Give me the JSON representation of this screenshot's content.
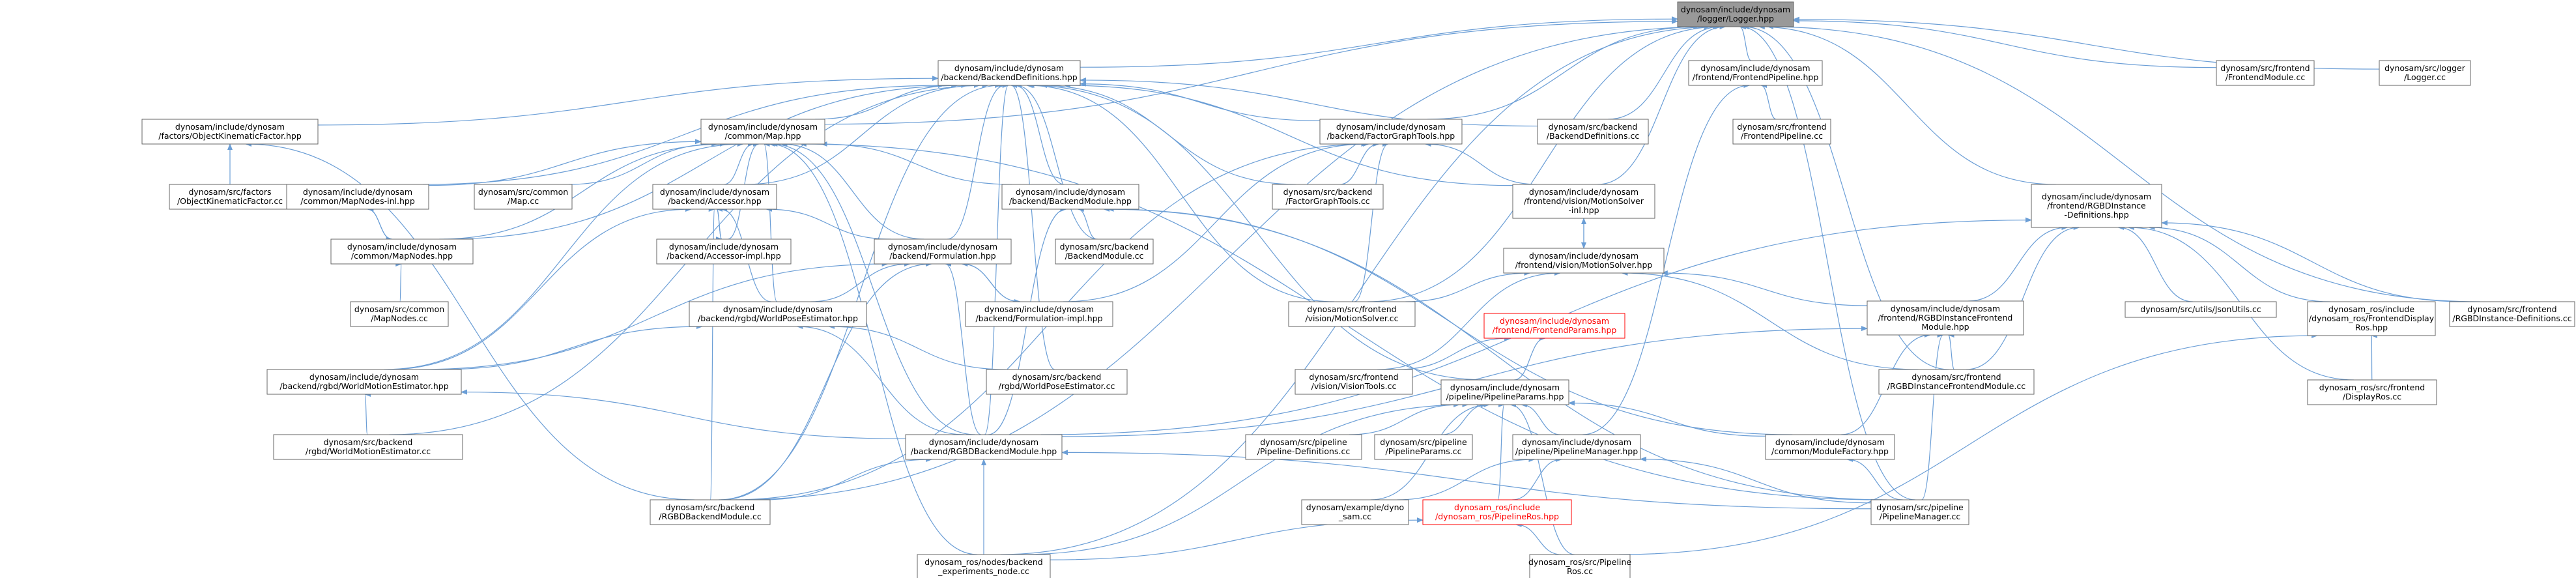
{
  "nodes": [
    {
      "id": "logger_hpp",
      "lines": [
        "dynosam/include/dynosam",
        "/logger/Logger.hpp"
      ],
      "style": "focus"
    },
    {
      "id": "backend_defs_hpp",
      "lines": [
        "dynosam/include/dynosam",
        "/backend/BackendDefinitions.hpp"
      ]
    },
    {
      "id": "frontend_pipeline_hpp",
      "lines": [
        "dynosam/include/dynosam",
        "/frontend/FrontendPipeline.hpp"
      ]
    },
    {
      "id": "frontend_module_cc",
      "lines": [
        "dynosam/src/frontend",
        "/FrontendModule.cc"
      ]
    },
    {
      "id": "logger_cc",
      "lines": [
        "dynosam/src/logger",
        "/Logger.cc"
      ]
    },
    {
      "id": "objkin_factor_hpp",
      "lines": [
        "dynosam/include/dynosam",
        "/factors/ObjectKinematicFactor.hpp"
      ]
    },
    {
      "id": "map_hpp",
      "lines": [
        "dynosam/include/dynosam",
        "/common/Map.hpp"
      ]
    },
    {
      "id": "factorgraphtools_hpp",
      "lines": [
        "dynosam/include/dynosam",
        "/backend/FactorGraphTools.hpp"
      ]
    },
    {
      "id": "backend_defs_cc",
      "lines": [
        "dynosam/src/backend",
        "/BackendDefinitions.cc"
      ]
    },
    {
      "id": "frontend_pipeline_cc",
      "lines": [
        "dynosam/src/frontend",
        "/FrontendPipeline.cc"
      ]
    },
    {
      "id": "objkin_factor_cc",
      "lines": [
        "dynosam/src/factors",
        "/ObjectKinematicFactor.cc"
      ]
    },
    {
      "id": "mapnodes_inl_hpp",
      "lines": [
        "dynosam/include/dynosam",
        "/common/MapNodes-inl.hpp"
      ]
    },
    {
      "id": "map_cc",
      "lines": [
        "dynosam/src/common",
        "/Map.cc"
      ]
    },
    {
      "id": "accessor_hpp",
      "lines": [
        "dynosam/include/dynosam",
        "/backend/Accessor.hpp"
      ]
    },
    {
      "id": "backend_module_hpp",
      "lines": [
        "dynosam/include/dynosam",
        "/backend/BackendModule.hpp"
      ]
    },
    {
      "id": "factorgraphtools_cc",
      "lines": [
        "dynosam/src/backend",
        "/FactorGraphTools.cc"
      ]
    },
    {
      "id": "motionsolver_inl_hpp",
      "lines": [
        "dynosam/include/dynosam",
        "/frontend/vision/MotionSolver",
        "-inl.hpp"
      ]
    },
    {
      "id": "rgbd_instance_defs_hpp",
      "lines": [
        "dynosam/include/dynosam",
        "/frontend/RGBDInstance",
        "-Definitions.hpp"
      ]
    },
    {
      "id": "mapnodes_hpp",
      "lines": [
        "dynosam/include/dynosam",
        "/common/MapNodes.hpp"
      ]
    },
    {
      "id": "accessor_impl_hpp",
      "lines": [
        "dynosam/include/dynosam",
        "/backend/Accessor-impl.hpp"
      ]
    },
    {
      "id": "formulation_hpp",
      "lines": [
        "dynosam/include/dynosam",
        "/backend/Formulation.hpp"
      ]
    },
    {
      "id": "backend_module_cc",
      "lines": [
        "dynosam/src/backend",
        "/BackendModule.cc"
      ]
    },
    {
      "id": "motionsolver_hpp",
      "lines": [
        "dynosam/include/dynosam",
        "/frontend/vision/MotionSolver.hpp"
      ]
    },
    {
      "id": "mapnodes_cc",
      "lines": [
        "dynosam/src/common",
        "/MapNodes.cc"
      ]
    },
    {
      "id": "worldpose_hpp",
      "lines": [
        "dynosam/include/dynosam",
        "/backend/rgbd/WorldPoseEstimator.hpp"
      ]
    },
    {
      "id": "formulation_impl_hpp",
      "lines": [
        "dynosam/include/dynosam",
        "/backend/Formulation-impl.hpp"
      ]
    },
    {
      "id": "motionsolver_cc",
      "lines": [
        "dynosam/src/frontend",
        "/vision/MotionSolver.cc"
      ]
    },
    {
      "id": "frontend_params_hpp",
      "lines": [
        "dynosam/include/dynosam",
        "/frontend/FrontendParams.hpp"
      ],
      "style": "red"
    },
    {
      "id": "rgbd_frontend_module_hpp",
      "lines": [
        "dynosam/include/dynosam",
        "/frontend/RGBDInstanceFrontend",
        "Module.hpp"
      ]
    },
    {
      "id": "jsonutils_cc",
      "lines": [
        "dynosam/src/utils/JsonUtils.cc"
      ]
    },
    {
      "id": "ros_frontend_display_hpp",
      "lines": [
        "dynosam_ros/include",
        "/dynosam_ros/FrontendDisplay",
        "Ros.hpp"
      ]
    },
    {
      "id": "rgbd_instance_defs_cc",
      "lines": [
        "dynosam/src/frontend",
        "/RGBDInstance-Definitions.cc"
      ]
    },
    {
      "id": "worldmotion_hpp",
      "lines": [
        "dynosam/include/dynosam",
        "/backend/rgbd/WorldMotionEstimator.hpp"
      ]
    },
    {
      "id": "worldpose_cc",
      "lines": [
        "dynosam/src/backend",
        "/rgbd/WorldPoseEstimator.cc"
      ]
    },
    {
      "id": "visiontools_cc",
      "lines": [
        "dynosam/src/frontend",
        "/vision/VisionTools.cc"
      ]
    },
    {
      "id": "pipeline_params_hpp",
      "lines": [
        "dynosam/include/dynosam",
        "/pipeline/PipelineParams.hpp"
      ]
    },
    {
      "id": "rgbd_frontend_module_cc",
      "lines": [
        "dynosam/src/frontend",
        "/RGBDInstanceFrontendModule.cc"
      ]
    },
    {
      "id": "ros_frontend_display_cc",
      "lines": [
        "dynosam_ros/src/frontend",
        "/DisplayRos.cc"
      ]
    },
    {
      "id": "worldmotion_cc",
      "lines": [
        "dynosam/src/backend",
        "/rgbd/WorldMotionEstimator.cc"
      ]
    },
    {
      "id": "rgbd_backend_module_hpp",
      "lines": [
        "dynosam/include/dynosam",
        "/backend/RGBDBackendModule.hpp"
      ]
    },
    {
      "id": "pipeline_defs_cc",
      "lines": [
        "dynosam/src/pipeline",
        "/Pipeline-Definitions.cc"
      ]
    },
    {
      "id": "pipeline_params_cc",
      "lines": [
        "dynosam/src/pipeline",
        "/PipelineParams.cc"
      ]
    },
    {
      "id": "pipeline_manager_hpp",
      "lines": [
        "dynosam/include/dynosam",
        "/pipeline/PipelineManager.hpp"
      ]
    },
    {
      "id": "module_factory_hpp",
      "lines": [
        "dynosam/include/dynosam",
        "/common/ModuleFactory.hpp"
      ]
    },
    {
      "id": "rgbd_backend_module_cc",
      "lines": [
        "dynosam/src/backend",
        "/RGBDBackendModule.cc"
      ]
    },
    {
      "id": "dyno_sam_cc",
      "lines": [
        "dynosam/example/dyno",
        "_sam.cc"
      ]
    },
    {
      "id": "ros_pipeline_hpp",
      "lines": [
        "dynosam_ros/include",
        "/dynosam_ros/PipelineRos.hpp"
      ],
      "style": "red"
    },
    {
      "id": "pipeline_manager_cc",
      "lines": [
        "dynosam/src/pipeline",
        "/PipelineManager.cc"
      ]
    },
    {
      "id": "backend_experiments_cc",
      "lines": [
        "dynosam_ros/nodes/backend",
        "_experiments_node.cc"
      ]
    },
    {
      "id": "ros_pipeline_cc",
      "lines": [
        "dynosam_ros/src/Pipeline",
        "Ros.cc"
      ]
    }
  ],
  "edges": [
    [
      "backend_defs_hpp",
      "logger_hpp"
    ],
    [
      "frontend_pipeline_hpp",
      "logger_hpp"
    ],
    [
      "frontend_module_cc",
      "logger_hpp"
    ],
    [
      "logger_cc",
      "logger_hpp"
    ],
    [
      "map_hpp",
      "logger_hpp"
    ],
    [
      "factorgraphtools_hpp",
      "logger_hpp"
    ],
    [
      "backend_defs_cc",
      "logger_hpp"
    ],
    [
      "rgbd_instance_defs_hpp",
      "logger_hpp"
    ],
    [
      "rgbd_instance_defs_cc",
      "logger_hpp"
    ],
    [
      "rgbd_frontend_module_cc",
      "logger_hpp"
    ],
    [
      "pipeline_manager_cc",
      "logger_hpp"
    ],
    [
      "backend_experiments_cc",
      "logger_hpp"
    ],
    [
      "rgbd_backend_module_cc",
      "logger_hpp"
    ],
    [
      "motionsolver_cc",
      "logger_hpp"
    ],
    [
      "motionsolver_inl_hpp",
      "logger_hpp"
    ],
    [
      "objkin_factor_hpp",
      "backend_defs_hpp"
    ],
    [
      "map_hpp",
      "backend_defs_hpp"
    ],
    [
      "factorgraphtools_hpp",
      "backend_defs_hpp"
    ],
    [
      "backend_defs_cc",
      "backend_defs_hpp"
    ],
    [
      "mapnodes_inl_hpp",
      "backend_defs_hpp"
    ],
    [
      "accessor_hpp",
      "backend_defs_hpp"
    ],
    [
      "backend_module_hpp",
      "backend_defs_hpp"
    ],
    [
      "factorgraphtools_cc",
      "backend_defs_hpp"
    ],
    [
      "motionsolver_inl_hpp",
      "backend_defs_hpp"
    ],
    [
      "mapnodes_hpp",
      "backend_defs_hpp"
    ],
    [
      "formulation_hpp",
      "backend_defs_hpp"
    ],
    [
      "backend_module_cc",
      "backend_defs_hpp"
    ],
    [
      "worldpose_cc",
      "backend_defs_hpp"
    ],
    [
      "worldmotion_cc",
      "backend_defs_hpp"
    ],
    [
      "rgbd_backend_module_hpp",
      "backend_defs_hpp"
    ],
    [
      "rgbd_backend_module_cc",
      "backend_defs_hpp"
    ],
    [
      "motionsolver_cc",
      "backend_defs_hpp"
    ],
    [
      "pipeline_params_hpp",
      "backend_defs_hpp"
    ],
    [
      "frontend_pipeline_cc",
      "frontend_pipeline_hpp"
    ],
    [
      "pipeline_manager_hpp",
      "frontend_pipeline_hpp"
    ],
    [
      "objkin_factor_cc",
      "objkin_factor_hpp"
    ],
    [
      "rgbd_backend_module_cc",
      "objkin_factor_hpp"
    ],
    [
      "mapnodes_inl_hpp",
      "map_hpp"
    ],
    [
      "map_cc",
      "map_hpp"
    ],
    [
      "accessor_hpp",
      "map_hpp"
    ],
    [
      "backend_module_hpp",
      "map_hpp"
    ],
    [
      "mapnodes_hpp",
      "map_hpp"
    ],
    [
      "formulation_hpp",
      "map_hpp"
    ],
    [
      "worldpose_hpp",
      "map_hpp"
    ],
    [
      "worldmotion_hpp",
      "map_hpp"
    ],
    [
      "rgbd_backend_module_hpp",
      "map_hpp"
    ],
    [
      "backend_experiments_cc",
      "map_hpp"
    ],
    [
      "pipeline_manager_cc",
      "map_hpp"
    ],
    [
      "accessor_impl_hpp",
      "map_hpp"
    ],
    [
      "factorgraphtools_cc",
      "factorgraphtools_hpp"
    ],
    [
      "motionsolver_inl_hpp",
      "factorgraphtools_hpp"
    ],
    [
      "formulation_impl_hpp",
      "factorgraphtools_hpp"
    ],
    [
      "motionsolver_cc",
      "factorgraphtools_hpp"
    ],
    [
      "rgbd_backend_module_cc",
      "factorgraphtools_hpp"
    ],
    [
      "mapnodes_hpp",
      "mapnodes_inl_hpp"
    ],
    [
      "mapnodes_inl_hpp",
      "mapnodes_hpp"
    ],
    [
      "accessor_impl_hpp",
      "accessor_hpp"
    ],
    [
      "formulation_hpp",
      "accessor_hpp"
    ],
    [
      "worldpose_hpp",
      "accessor_hpp"
    ],
    [
      "worldmotion_hpp",
      "accessor_hpp"
    ],
    [
      "rgbd_backend_module_cc",
      "accessor_hpp"
    ],
    [
      "accessor_hpp",
      "accessor_impl_hpp"
    ],
    [
      "backend_module_cc",
      "backend_module_hpp"
    ],
    [
      "rgbd_backend_module_hpp",
      "backend_module_hpp"
    ],
    [
      "module_factory_hpp",
      "backend_module_hpp"
    ],
    [
      "pipeline_manager_cc",
      "backend_module_hpp"
    ],
    [
      "motionsolver_hpp",
      "motionsolver_inl_hpp"
    ],
    [
      "motionsolver_inl_hpp",
      "motionsolver_hpp"
    ],
    [
      "rgbd_frontend_module_hpp",
      "rgbd_instance_defs_hpp"
    ],
    [
      "jsonutils_cc",
      "rgbd_instance_defs_hpp"
    ],
    [
      "ros_frontend_display_hpp",
      "rgbd_instance_defs_hpp"
    ],
    [
      "rgbd_instance_defs_cc",
      "rgbd_instance_defs_hpp"
    ],
    [
      "rgbd_frontend_module_cc",
      "rgbd_instance_defs_hpp"
    ],
    [
      "ros_frontend_display_cc",
      "rgbd_instance_defs_hpp"
    ],
    [
      "rgbd_backend_module_hpp",
      "rgbd_instance_defs_hpp"
    ],
    [
      "mapnodes_cc",
      "mapnodes_hpp"
    ],
    [
      "worldpose_hpp",
      "formulation_hpp"
    ],
    [
      "formulation_impl_hpp",
      "formulation_hpp"
    ],
    [
      "worldmotion_hpp",
      "formulation_hpp"
    ],
    [
      "rgbd_backend_module_hpp",
      "formulation_hpp"
    ],
    [
      "rgbd_backend_module_cc",
      "formulation_hpp"
    ],
    [
      "formulation_hpp",
      "formulation_impl_hpp"
    ],
    [
      "motionsolver_cc",
      "motionsolver_hpp"
    ],
    [
      "rgbd_frontend_module_hpp",
      "motionsolver_hpp"
    ],
    [
      "visiontools_cc",
      "motionsolver_hpp"
    ],
    [
      "rgbd_frontend_module_cc",
      "motionsolver_hpp"
    ],
    [
      "worldmotion_hpp",
      "worldpose_hpp"
    ],
    [
      "worldpose_cc",
      "worldpose_hpp"
    ],
    [
      "rgbd_backend_module_hpp",
      "worldpose_hpp"
    ],
    [
      "visiontools_cc",
      "frontend_params_hpp"
    ],
    [
      "pipeline_params_hpp",
      "frontend_params_hpp"
    ],
    [
      "rgbd_frontend_module_cc",
      "rgbd_frontend_module_hpp"
    ],
    [
      "module_factory_hpp",
      "rgbd_frontend_module_hpp"
    ],
    [
      "rgbd_backend_module_hpp",
      "rgbd_frontend_module_hpp"
    ],
    [
      "pipeline_manager_cc",
      "rgbd_frontend_module_hpp"
    ],
    [
      "ros_frontend_display_cc",
      "ros_frontend_display_hpp"
    ],
    [
      "ros_pipeline_cc",
      "ros_frontend_display_hpp"
    ],
    [
      "worldmotion_cc",
      "worldmotion_hpp"
    ],
    [
      "rgbd_backend_module_hpp",
      "worldmotion_hpp"
    ],
    [
      "rgbd_backend_module_cc",
      "rgbd_backend_module_hpp"
    ],
    [
      "backend_experiments_cc",
      "rgbd_backend_module_hpp"
    ],
    [
      "pipeline_manager_cc",
      "rgbd_backend_module_hpp"
    ],
    [
      "pipeline_defs_cc",
      "pipeline_params_hpp"
    ],
    [
      "pipeline_params_cc",
      "pipeline_params_hpp"
    ],
    [
      "pipeline_manager_hpp",
      "pipeline_params_hpp"
    ],
    [
      "module_factory_hpp",
      "pipeline_params_hpp"
    ],
    [
      "dyno_sam_cc",
      "pipeline_params_hpp"
    ],
    [
      "ros_pipeline_hpp",
      "pipeline_params_hpp"
    ],
    [
      "backend_experiments_cc",
      "pipeline_params_hpp"
    ],
    [
      "ros_pipeline_cc",
      "pipeline_params_hpp"
    ],
    [
      "dyno_sam_cc",
      "pipeline_manager_hpp"
    ],
    [
      "ros_pipeline_hpp",
      "pipeline_manager_hpp"
    ],
    [
      "pipeline_manager_cc",
      "pipeline_manager_hpp"
    ],
    [
      "pipeline_manager_cc",
      "module_factory_hpp"
    ],
    [
      "backend_experiments_cc",
      "ros_pipeline_hpp"
    ],
    [
      "ros_pipeline_cc",
      "ros_pipeline_hpp"
    ]
  ]
}
